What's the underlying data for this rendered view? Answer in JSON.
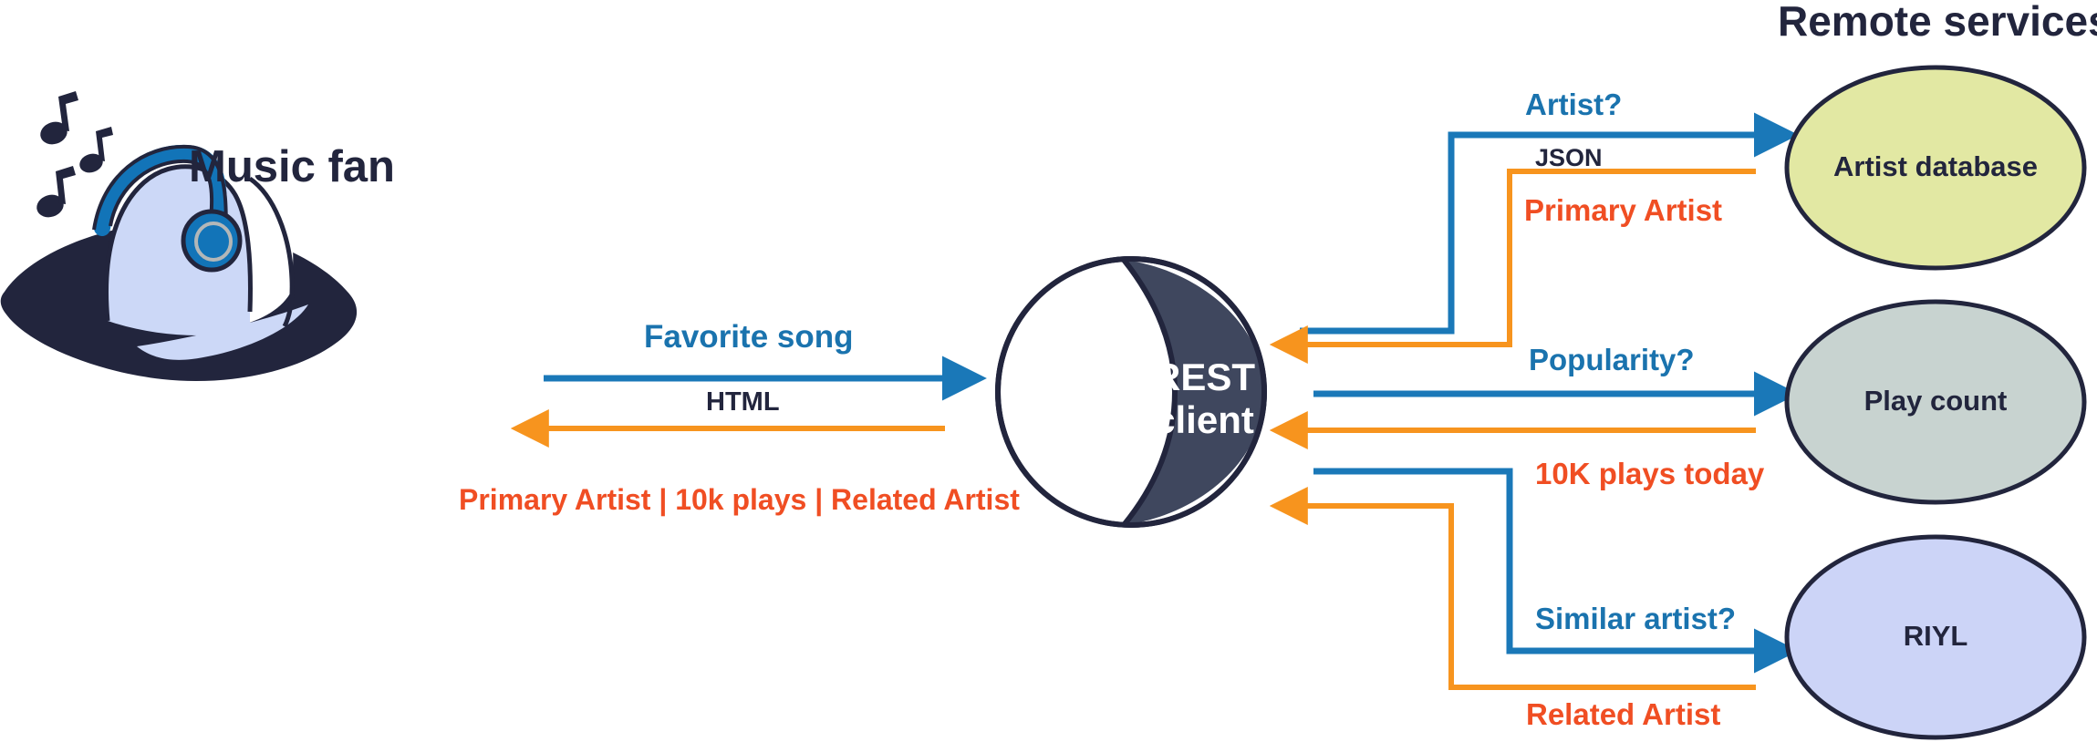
{
  "diagram": {
    "title_right": "Remote services",
    "actor": {
      "name": "Music fan",
      "icon": "music-notes-icon",
      "avatar": "person-with-headphones-icon"
    },
    "client": {
      "name_line1": "REST",
      "name_line2": "client",
      "icon": "sphere-icon"
    },
    "client_flow": {
      "request_label": "Favorite song",
      "format_label": "HTML",
      "response_label": "Primary Artist | 10k plays | Related Artist"
    },
    "services": [
      {
        "name": "Artist database",
        "request_label": "Artist?",
        "format_label": "JSON",
        "response_label": "Primary Artist",
        "fill": "#e2e8a3"
      },
      {
        "name": "Play count",
        "request_label": "Popularity?",
        "format_label": "",
        "response_label": "10K plays today",
        "fill": "#c8d3d0"
      },
      {
        "name": "RIYL",
        "request_label": "Similar artist?",
        "format_label": "",
        "response_label": "Related Artist",
        "fill": "#ccd4f7"
      }
    ],
    "colors": {
      "request_blue": "#1a73ae",
      "request_blue_line": "#1a78b8",
      "response_orange_line": "#f7941e",
      "response_orange_text": "#f04e23",
      "dark_navy": "#22253d",
      "avatar_face": "#ccd8f7",
      "headphone_blue": "#1274b8",
      "ellipse_outline": "#22253d"
    }
  }
}
